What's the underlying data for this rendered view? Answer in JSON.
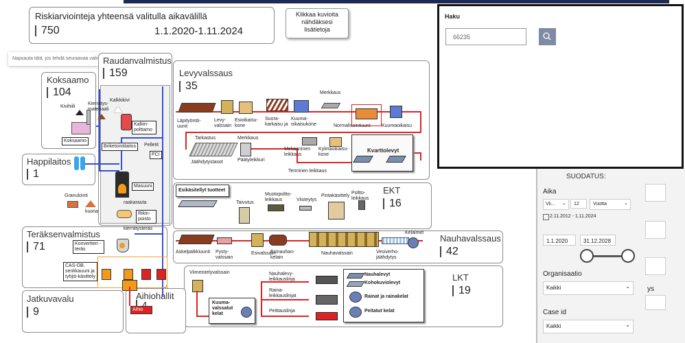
{
  "summary": {
    "title": "Riskiarviointeja yhteensä valitulla aikavälillä",
    "count": "750",
    "date_range": "1.1.2020-1.11.2024"
  },
  "hint_box": {
    "text": "Klikkaa kuvioita nähdäksesi lisätietoja"
  },
  "tooltip": {
    "text": "Napsauta tätä, jos tehdä seuraavaa valintoja"
  },
  "tiles": {
    "koksaamo": {
      "title": "Koksaamo",
      "value": "104"
    },
    "raudanvalmistus": {
      "title": "Raudanvalmistus",
      "value": "159"
    },
    "levyvalssaus": {
      "title": "Levyvalssaus",
      "value": "35"
    },
    "happilaitos": {
      "title": "Happilaitos",
      "value": "1"
    },
    "ekt": {
      "title": "EKT",
      "value": "16"
    },
    "terasenvalmistus": {
      "title": "Teräksenvalmistus",
      "value": "71"
    },
    "nauhavalssaus": {
      "title": "Nauhavalssaus",
      "value": "42"
    },
    "lkt": {
      "title": "LKT",
      "value": "19"
    },
    "jatkuvavalu": {
      "title": "Jatkuvavalu",
      "value": "9"
    },
    "aihiohallit": {
      "title": "Aihiohallit",
      "value": "4"
    }
  },
  "diagram_labels": {
    "kivihiili": "Kivihiili",
    "kierratysmateriaali": "Kierrätys-materiaali",
    "kalkkikivi": "Kalkkikivi",
    "kalkinpolttamo": "Kalkin-polttamo",
    "koksaamo_box": "Koksaamo",
    "briketointilaitos": "Briketointilaitos",
    "pelletit": "Pelletit",
    "pci": "PCI",
    "granulointi": "Granulointi",
    "kuona": "kuona",
    "masuuni": "Masuuni",
    "raakarauta": "raakarauta",
    "rikinpoisto": "Rikin-poisto",
    "kierratysteras": "kierrätysteräs",
    "konvertteri": "Konvertteri - teräs",
    "cas_ob": "CAS-OB, senkkauuni ja tyhjiö-käsittely",
    "aihio": "Aihio",
    "lapityontouunit": "Läpityöntö-uunit",
    "levyvalssain": "Levy-valssain",
    "esioikaisukone": "Esioikaisu-kone",
    "suorakarkaisu": "Suora-karkaisu ja",
    "kuumaoikaisukone": "Kuuma-oikaisukone",
    "merkkaus_top": "Merkkaus",
    "normalisointiuuni": "Normalisointiuuni",
    "kuumaoikaisu": "Kuumaoikaisu",
    "tarkastus": "Tarkastus",
    "jaahdytystasot": "Jäähdytystasot",
    "merkkaus_mid": "Merkkaus",
    "paatyleikkuri": "Päätyleikkuri",
    "mekaaninen_leikkaus": "Mekaaninen leikkaus",
    "kylmaoikaisukone": "Kylmäoikaisu-kone",
    "terminen_leikkaus": "Terminen leikkaus",
    "kvarttolevyt": "Kvarttolevyt",
    "esikasitellyt": "Esikäsitellyt tuotteet",
    "taivutus": "Taivutus",
    "muotopoltto": "Muotopoltto-leikkaus",
    "viisteytys": "Viisteytys",
    "pintakasittely": "Pintakäsittely",
    "polttoleikkaus": "Poltto-leikkaus",
    "askelpalkkiuunit": "Askelpalkkiuunit",
    "pystyvalssain": "Pysty-valssain",
    "esivalssain": "Esivalssain",
    "esinauhankelain": "Esinauhan-kelain",
    "nauhavalssain": "Nauhavalssain",
    "vesiverhojaahdytys": "Vesiverho-jäähdytys",
    "kelaimet": "Kelaimet",
    "viimeistelyvalssain": "Viimeistelyvalssain",
    "nauhalevyleikkauslinja": "Nauhalevy-leikkauslinja",
    "rainaleikkauslinjat": "Raina-leikkauslinjat",
    "peittauslinja": "Peittauslinja",
    "kuumavalssatut": "Kuuma-valssatut kelat",
    "nauhalevyt": "Nauhalevyt",
    "kohokuviolevyt": "Kohokuviolevyt",
    "rainat": "Rainat ja rainakelat",
    "peitatut": "Peitatut kelat"
  },
  "search": {
    "title": "Haku",
    "value": "66235"
  },
  "filters": {
    "title": "SUODATUS:",
    "aika_label": "Aika",
    "relative_select": "Vii...",
    "relative_number": "12",
    "unit_select": "Vuotta",
    "range_text": "2.11.2012 - 1.11.2024",
    "date_start": "1.1.2020",
    "date_end": "31.12.2028",
    "organisaatio_label": "Organisaatio",
    "organisaatio_value": "Kaikki",
    "case_id_label": "Case id",
    "case_id_value": "Kaikki",
    "behind_partial": "ys"
  },
  "colors": {
    "accent": "#1e2a55",
    "line_red": "#d22222",
    "line_blue": "#3a4fd0",
    "search_button": "#7f8aa3"
  }
}
